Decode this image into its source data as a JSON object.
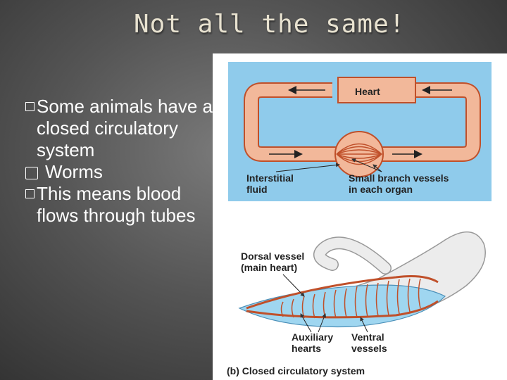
{
  "slide": {
    "title": "Not all the same!",
    "bullets": [
      {
        "text": "Some animals have a closed circulatory system"
      },
      {
        "text": "This means blood flows through tubes"
      }
    ],
    "sub_bullet": "Worms"
  },
  "figure": {
    "heart_label": "Heart",
    "interstitial_label_1": "Interstitial",
    "interstitial_label_2": "fluid",
    "small_vessels_label_1": "Small branch vessels",
    "small_vessels_label_2": "in each organ",
    "dorsal_label_1": "Dorsal vessel",
    "dorsal_label_2": "(main heart)",
    "auxiliary_label_1": "Auxiliary",
    "auxiliary_label_2": "hearts",
    "ventral_label_1": "Ventral",
    "ventral_label_2": "vessels",
    "caption": "(b) Closed circulatory system"
  },
  "colors": {
    "panel_blue": "#8fcbeb",
    "vessel": "#f2b89a",
    "vessel_outline": "#c0502a",
    "worm_body": "#ececec"
  }
}
